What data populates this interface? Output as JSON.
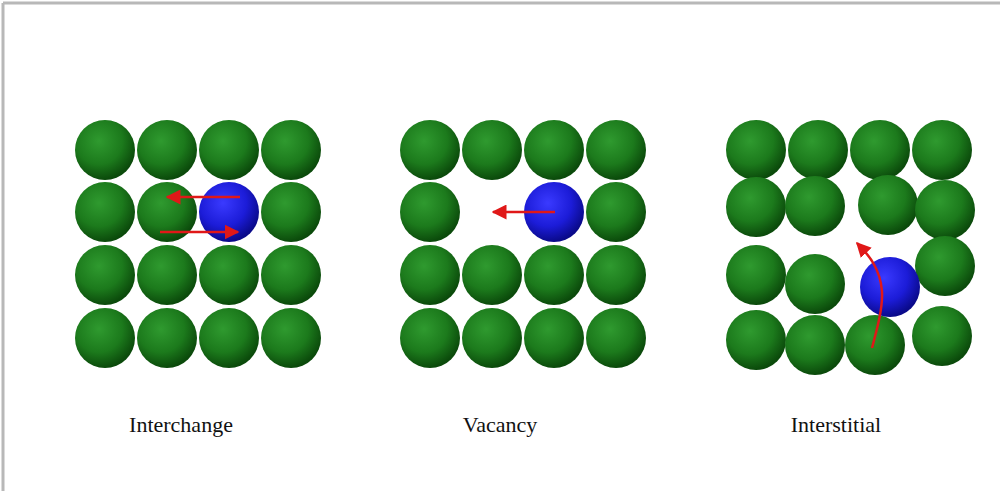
{
  "diagram": {
    "labels": [
      "Interchange",
      "Vacancy",
      "Interstitial"
    ]
  }
}
